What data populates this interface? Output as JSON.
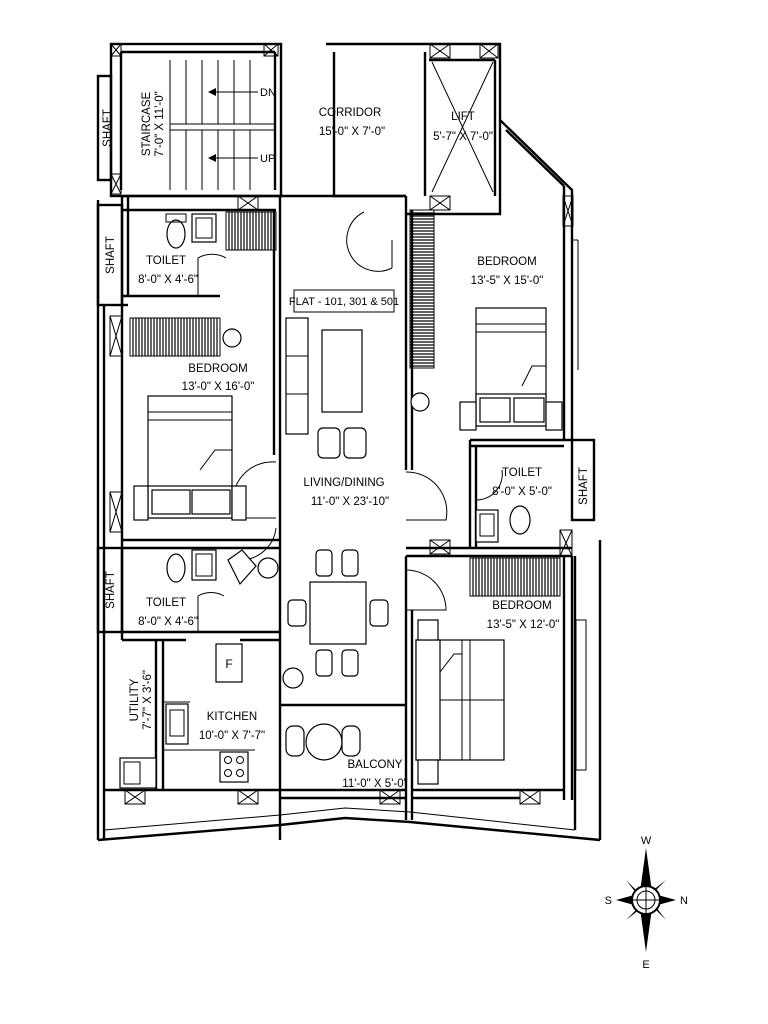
{
  "flat_label": "FLAT - 101, 301 & 501",
  "rooms": {
    "staircase": {
      "name": "STAIRCASE",
      "size": "7'-0\" X 11'-0\"",
      "dn": "DN",
      "up": "UP"
    },
    "corridor": {
      "name": "CORRIDOR",
      "size": "15'-0\" X 7'-0\""
    },
    "lift": {
      "name": "LIFT",
      "size": "5'-7\" X 7'-0\""
    },
    "bedroom_ne": {
      "name": "BEDROOM",
      "size": "13'-5\" X 15'-0\""
    },
    "toilet_nw": {
      "name": "TOILET",
      "size": "8'-0\" X 4'-6\""
    },
    "bedroom_w": {
      "name": "BEDROOM",
      "size": "13'-0\" X 16'-0\""
    },
    "living": {
      "name": "LIVING/DINING",
      "size": "11'-0\" X 23'-10\""
    },
    "toilet_e": {
      "name": "TOILET",
      "size": "8'-0\" X 5'-0\""
    },
    "toilet_sw": {
      "name": "TOILET",
      "size": "8'-0\" X 4'-6\""
    },
    "bedroom_se": {
      "name": "BEDROOM",
      "size": "13'-5\" X 12'-0\""
    },
    "utility": {
      "name": "UTILITY",
      "size": "7'-7\" X 3'-6\""
    },
    "kitchen": {
      "name": "KITCHEN",
      "size": "10'-0\" X 7'-7\"",
      "fridge": "F"
    },
    "balcony": {
      "name": "BALCONY",
      "size": "11'-0\" X 5'-0\""
    }
  },
  "shafts": [
    "SHAFT",
    "SHAFT",
    "SHAFT",
    "SHAFT"
  ],
  "compass": {
    "n": "N",
    "s": "S",
    "e": "E",
    "w": "W"
  }
}
